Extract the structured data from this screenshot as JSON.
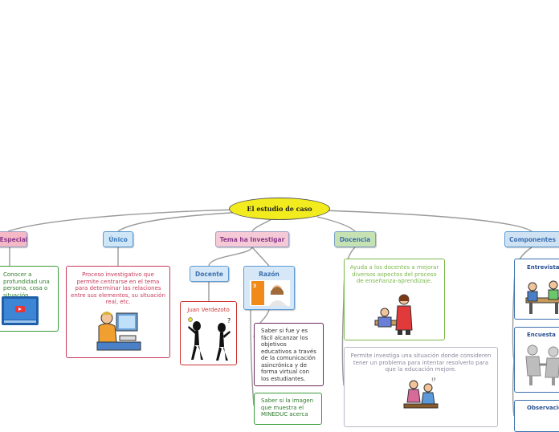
{
  "map": {
    "root": "El estudio de caso",
    "topics": {
      "especial": "Especial",
      "unico": "Único",
      "tema": "Tema ha Investigar",
      "docencia": "Docencia",
      "componentes": "Componentes"
    },
    "especial_text": "Conocer a profundidad una persona, cosa o situación.",
    "unico_text": "Proceso investigativo que permite centrarse en el tema para determinar las relaciones entre sus elementos, su situación real, etc.",
    "docente_label": "Docente",
    "razon_label": "Razón",
    "juan_text": "Juan Verdezoto",
    "saber1_text": "Saber si fue y es fácil alcanzar los objetivos educativos a través de la comunicación asincrónica y de forma virtual con los estudiantes.",
    "saber2_text": "Saber si la imagen que muestra el MINEDUC acerca",
    "ayuda_text": "Ayuda a los docentes a mejorar diversos aspectos del proceso de enseñanza-aprendizaje.",
    "permite_text": "Permite investiga una situación donde consideren tener un problema para intentar resolverlo para que la educación mejore.",
    "entrevista_label": "Entrevista",
    "encuesta_label": "Encuesta",
    "observacion_label": "Observación"
  },
  "icons": [
    "video-player-icon",
    "person-at-computer-icon",
    "stick-figures-icon",
    "book-cover-icon",
    "teacher-icon",
    "classroom-icon",
    "interview-icon",
    "handshake-icon",
    "observation-icon"
  ],
  "colors": {
    "root_fill": "#f2ec1f",
    "especial_tag": "#f4b8c6",
    "unico_tag": "#cfe6f7",
    "tema_tag": "#f6c9d6",
    "docencia_tag": "#c6e2b3",
    "componentes_tag": "#cfe2f4"
  }
}
